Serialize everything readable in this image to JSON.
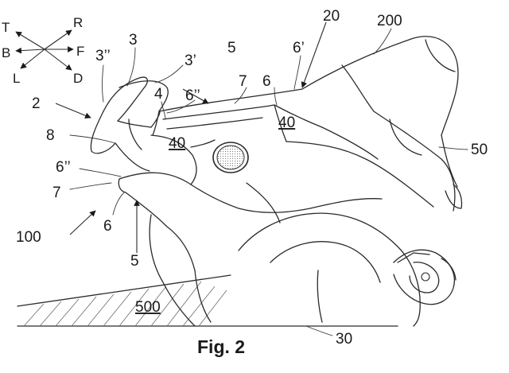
{
  "figure": {
    "caption": "Fig. 2"
  },
  "direction_indicator": {
    "top": "T",
    "rear_up": "R",
    "back": "B",
    "front": "F",
    "left": "L",
    "down": "D"
  },
  "reference_labels": {
    "r_2": "2",
    "r_3": "3",
    "r_3pp": "3’’",
    "r_3p": "3’",
    "r_4": "4",
    "r_5_top": "5",
    "r_5_bottom": "5",
    "r_6pp_top": "6’’",
    "r_6pp_left": "6’’",
    "r_6p": "6’",
    "r_6_top": "6",
    "r_6_bottom": "6",
    "r_7_top": "7",
    "r_7_left": "7",
    "r_8": "8",
    "r_20": "20",
    "r_30": "30",
    "r_40_center": "40",
    "r_40_right": "40",
    "r_50": "50",
    "r_100": "100",
    "r_200": "200",
    "r_500": "500"
  }
}
